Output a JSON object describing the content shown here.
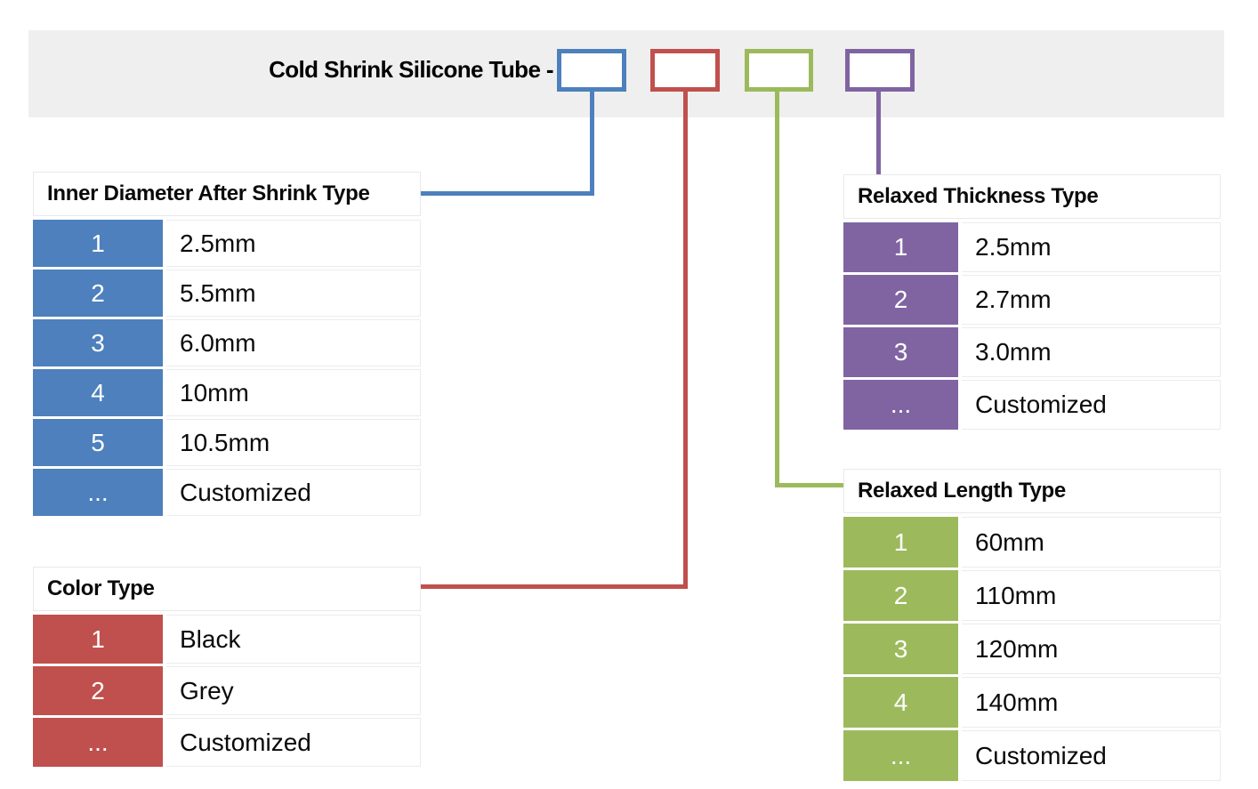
{
  "header": {
    "band_color": "#efefef",
    "title": "Cold Shrink Silicone Tube -",
    "code_boxes": [
      {
        "name": "inner-diameter-code",
        "value": ""
      },
      {
        "name": "color-code",
        "value": ""
      },
      {
        "name": "length-code",
        "value": ""
      },
      {
        "name": "thickness-code",
        "value": ""
      }
    ]
  },
  "tables": [
    {
      "id": "inner-diameter",
      "title": "Inner Diameter After Shrink Type",
      "accent": "#4d80bc",
      "rows": [
        {
          "code": "1",
          "value": "2.5mm"
        },
        {
          "code": "2",
          "value": "5.5mm"
        },
        {
          "code": "3",
          "value": "6.0mm"
        },
        {
          "code": "4",
          "value": "10mm"
        },
        {
          "code": "5",
          "value": "10.5mm"
        },
        {
          "code": "...",
          "value": "Customized"
        }
      ]
    },
    {
      "id": "color",
      "title": "Color Type",
      "accent": "#c0504d",
      "rows": [
        {
          "code": "1",
          "value": "Black"
        },
        {
          "code": "2",
          "value": "Grey"
        },
        {
          "code": "...",
          "value": "Customized"
        }
      ]
    },
    {
      "id": "length",
      "title": "Relaxed Length Type",
      "accent": "#9cba5c",
      "rows": [
        {
          "code": "1",
          "value": "60mm"
        },
        {
          "code": "2",
          "value": "110mm"
        },
        {
          "code": "3",
          "value": "120mm"
        },
        {
          "code": "4",
          "value": "140mm"
        },
        {
          "code": "...",
          "value": "Customized"
        }
      ]
    },
    {
      "id": "thickness",
      "title": "Relaxed Thickness Type",
      "accent": "#8064a2",
      "rows": [
        {
          "code": "1",
          "value": "2.5mm"
        },
        {
          "code": "2",
          "value": "2.7mm"
        },
        {
          "code": "3",
          "value": "3.0mm"
        },
        {
          "code": "...",
          "value": "Customized"
        }
      ]
    }
  ]
}
